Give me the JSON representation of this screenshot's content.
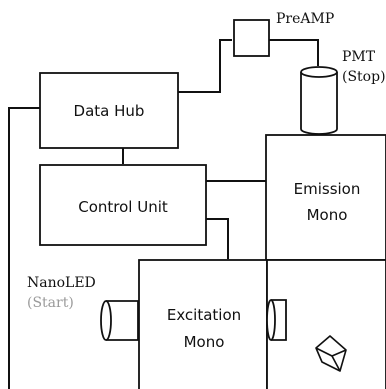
{
  "diagram": {
    "components": {
      "preamp": "PreAMP",
      "pmt_line1": "PMT",
      "pmt_line2": "(Stop)",
      "data_hub": "Data Hub",
      "control_unit": "Control Unit",
      "emission_line1": "Emission",
      "emission_line2": "Mono",
      "nanoled_line1": "NanoLED",
      "nanoled_line2": "(Start)",
      "excitation_line1": "Excitation",
      "excitation_line2": "Mono"
    },
    "colors": {
      "stroke": "#111111",
      "label": "#111111",
      "muted_label": "#9a9a9a",
      "background": "#ffffff"
    }
  }
}
